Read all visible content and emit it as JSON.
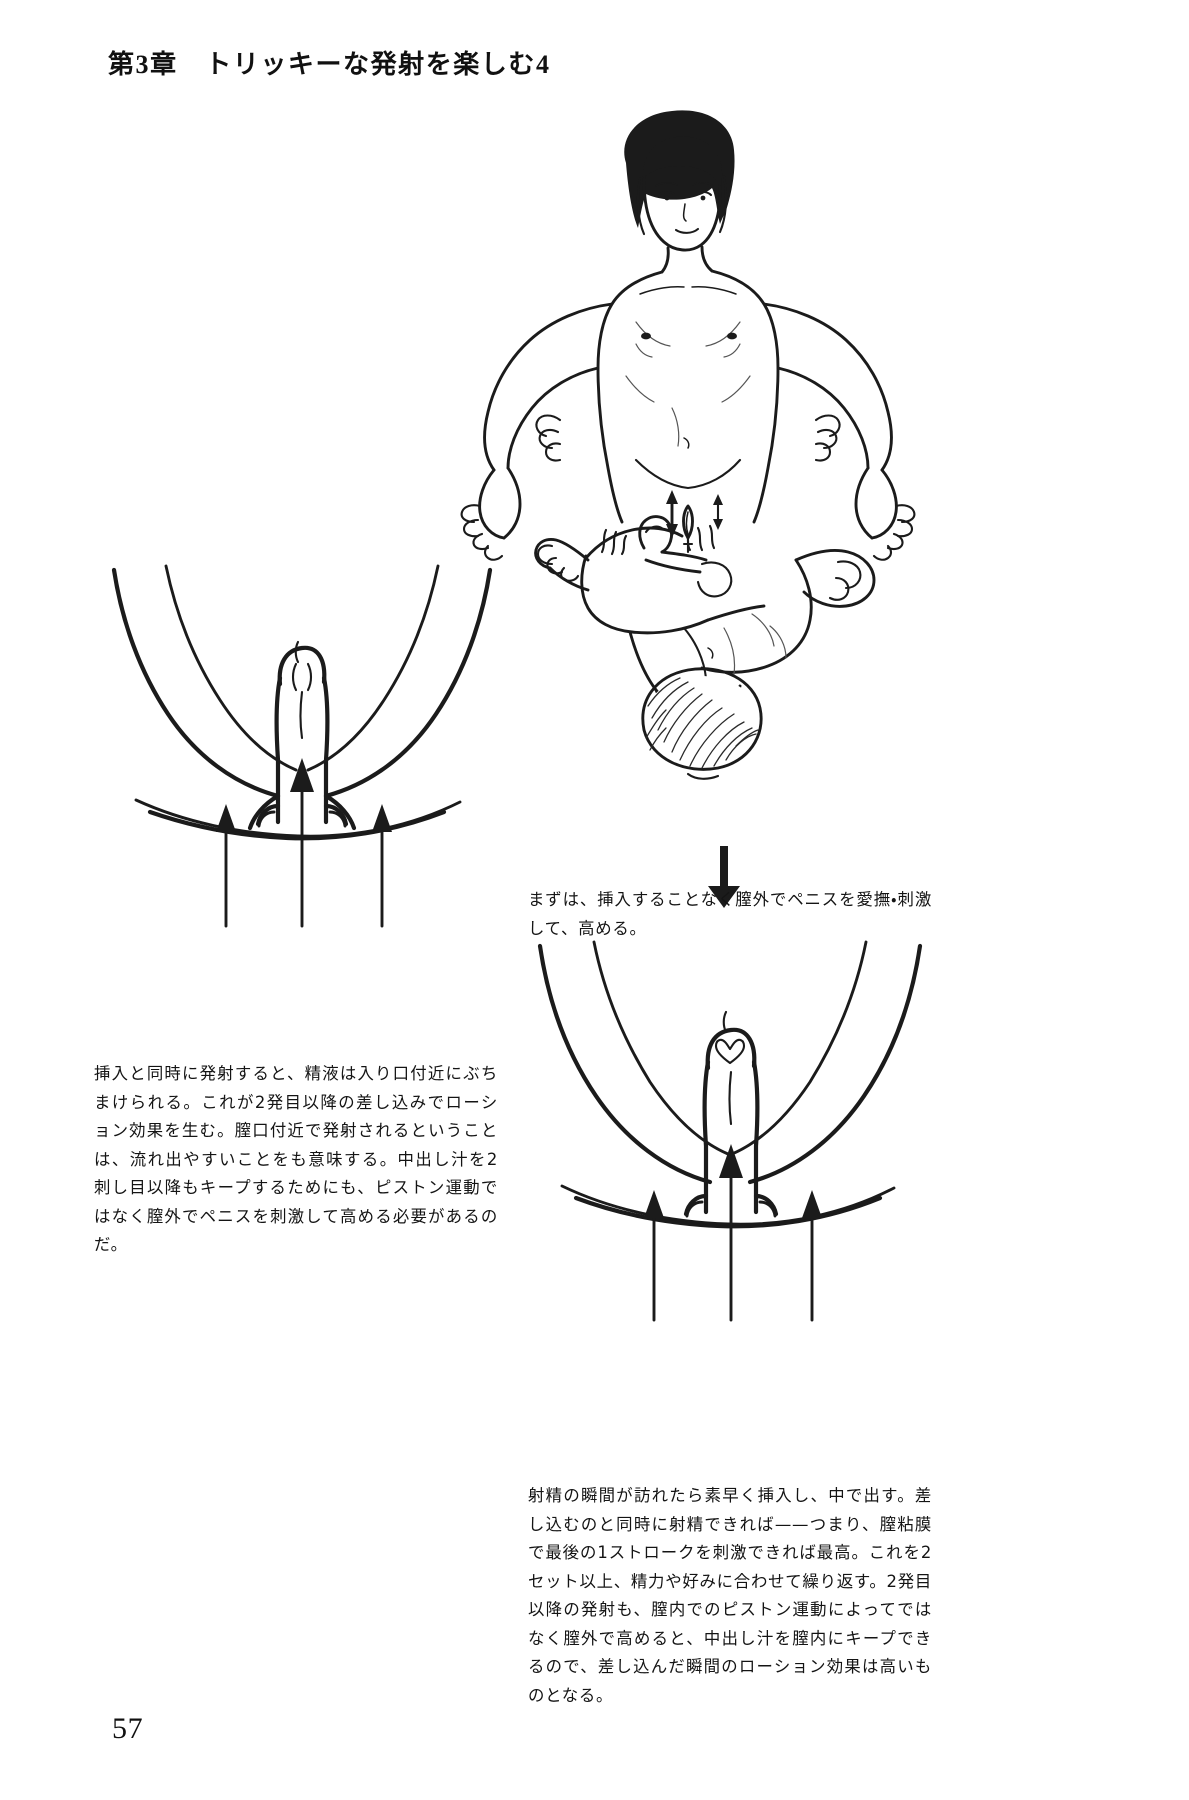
{
  "document": {
    "chapter_header": "第3章　トリッキーな発射を楽しむ4",
    "page_number": "57"
  },
  "captions": {
    "right_top": "まずは、挿入することなく膣外でペニスを愛撫・刺激して、高める。",
    "left": "挿入と同時に発射すると、精液は入り口付近にぶちまけられる。これが2発目以降の差し込みでローション効果を生む。膣口付近で発射されるということは、流れ出やすいことをも意味する。中出し汁を2刺し目以降もキープするためにも、ピストン運動ではなく膣外でペニスを刺激して高める必要があるのだ。",
    "right_bottom": "射精の瞬間が訪れたら素早く挿入し、中で出す。差し込むのと同時に射精できれば——つまり、膣粘膜で最後の1ストロークを刺激できれば最高。これを2セット以上、精力や好みに合わせて繰り返す。2発目以降の発射も、膣内でのピストン運動によってではなく膣外で高めると、中出し汁を膣内にキープできるので、差し込んだ瞬間のローション効果は高いものとなる。"
  },
  "figures": {
    "couple": {
      "name": "couple-illustration",
      "description": "線画イラスト：向かい合う男女"
    },
    "closeup_left": {
      "name": "genital-closeup-left",
      "description": "線画イラスト：挿入部の接写（矢印3本）"
    },
    "closeup_right": {
      "name": "genital-closeup-right",
      "description": "線画イラスト：挿入部の接写（矢印3本）"
    }
  },
  "flow": {
    "arrow": "↓"
  },
  "colors": {
    "ink": "#1b1b1b",
    "paper": "#ffffff",
    "text": "#141414"
  }
}
